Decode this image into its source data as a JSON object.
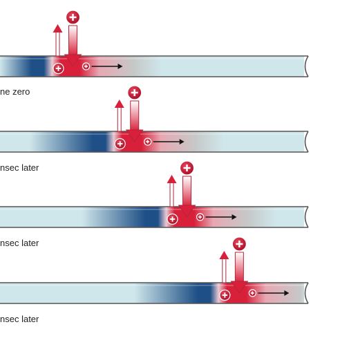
{
  "figure": {
    "panels": [
      {
        "caption": "ne zero",
        "wave_position": 0.12
      },
      {
        "caption": "nsec later",
        "wave_position": 0.32
      },
      {
        "caption": "nsec later",
        "wave_position": 0.49
      },
      {
        "caption": "nsec later",
        "wave_position": 0.66
      }
    ],
    "charge_symbol": "+",
    "colors": {
      "axon_fill": "#cfe6ea",
      "axon_border": "#555555",
      "depolarized_red": "#d8203a",
      "repolarized_blue": "#1e4f86",
      "ion_red": "#c8102e",
      "arrow_black": "#111111"
    }
  }
}
